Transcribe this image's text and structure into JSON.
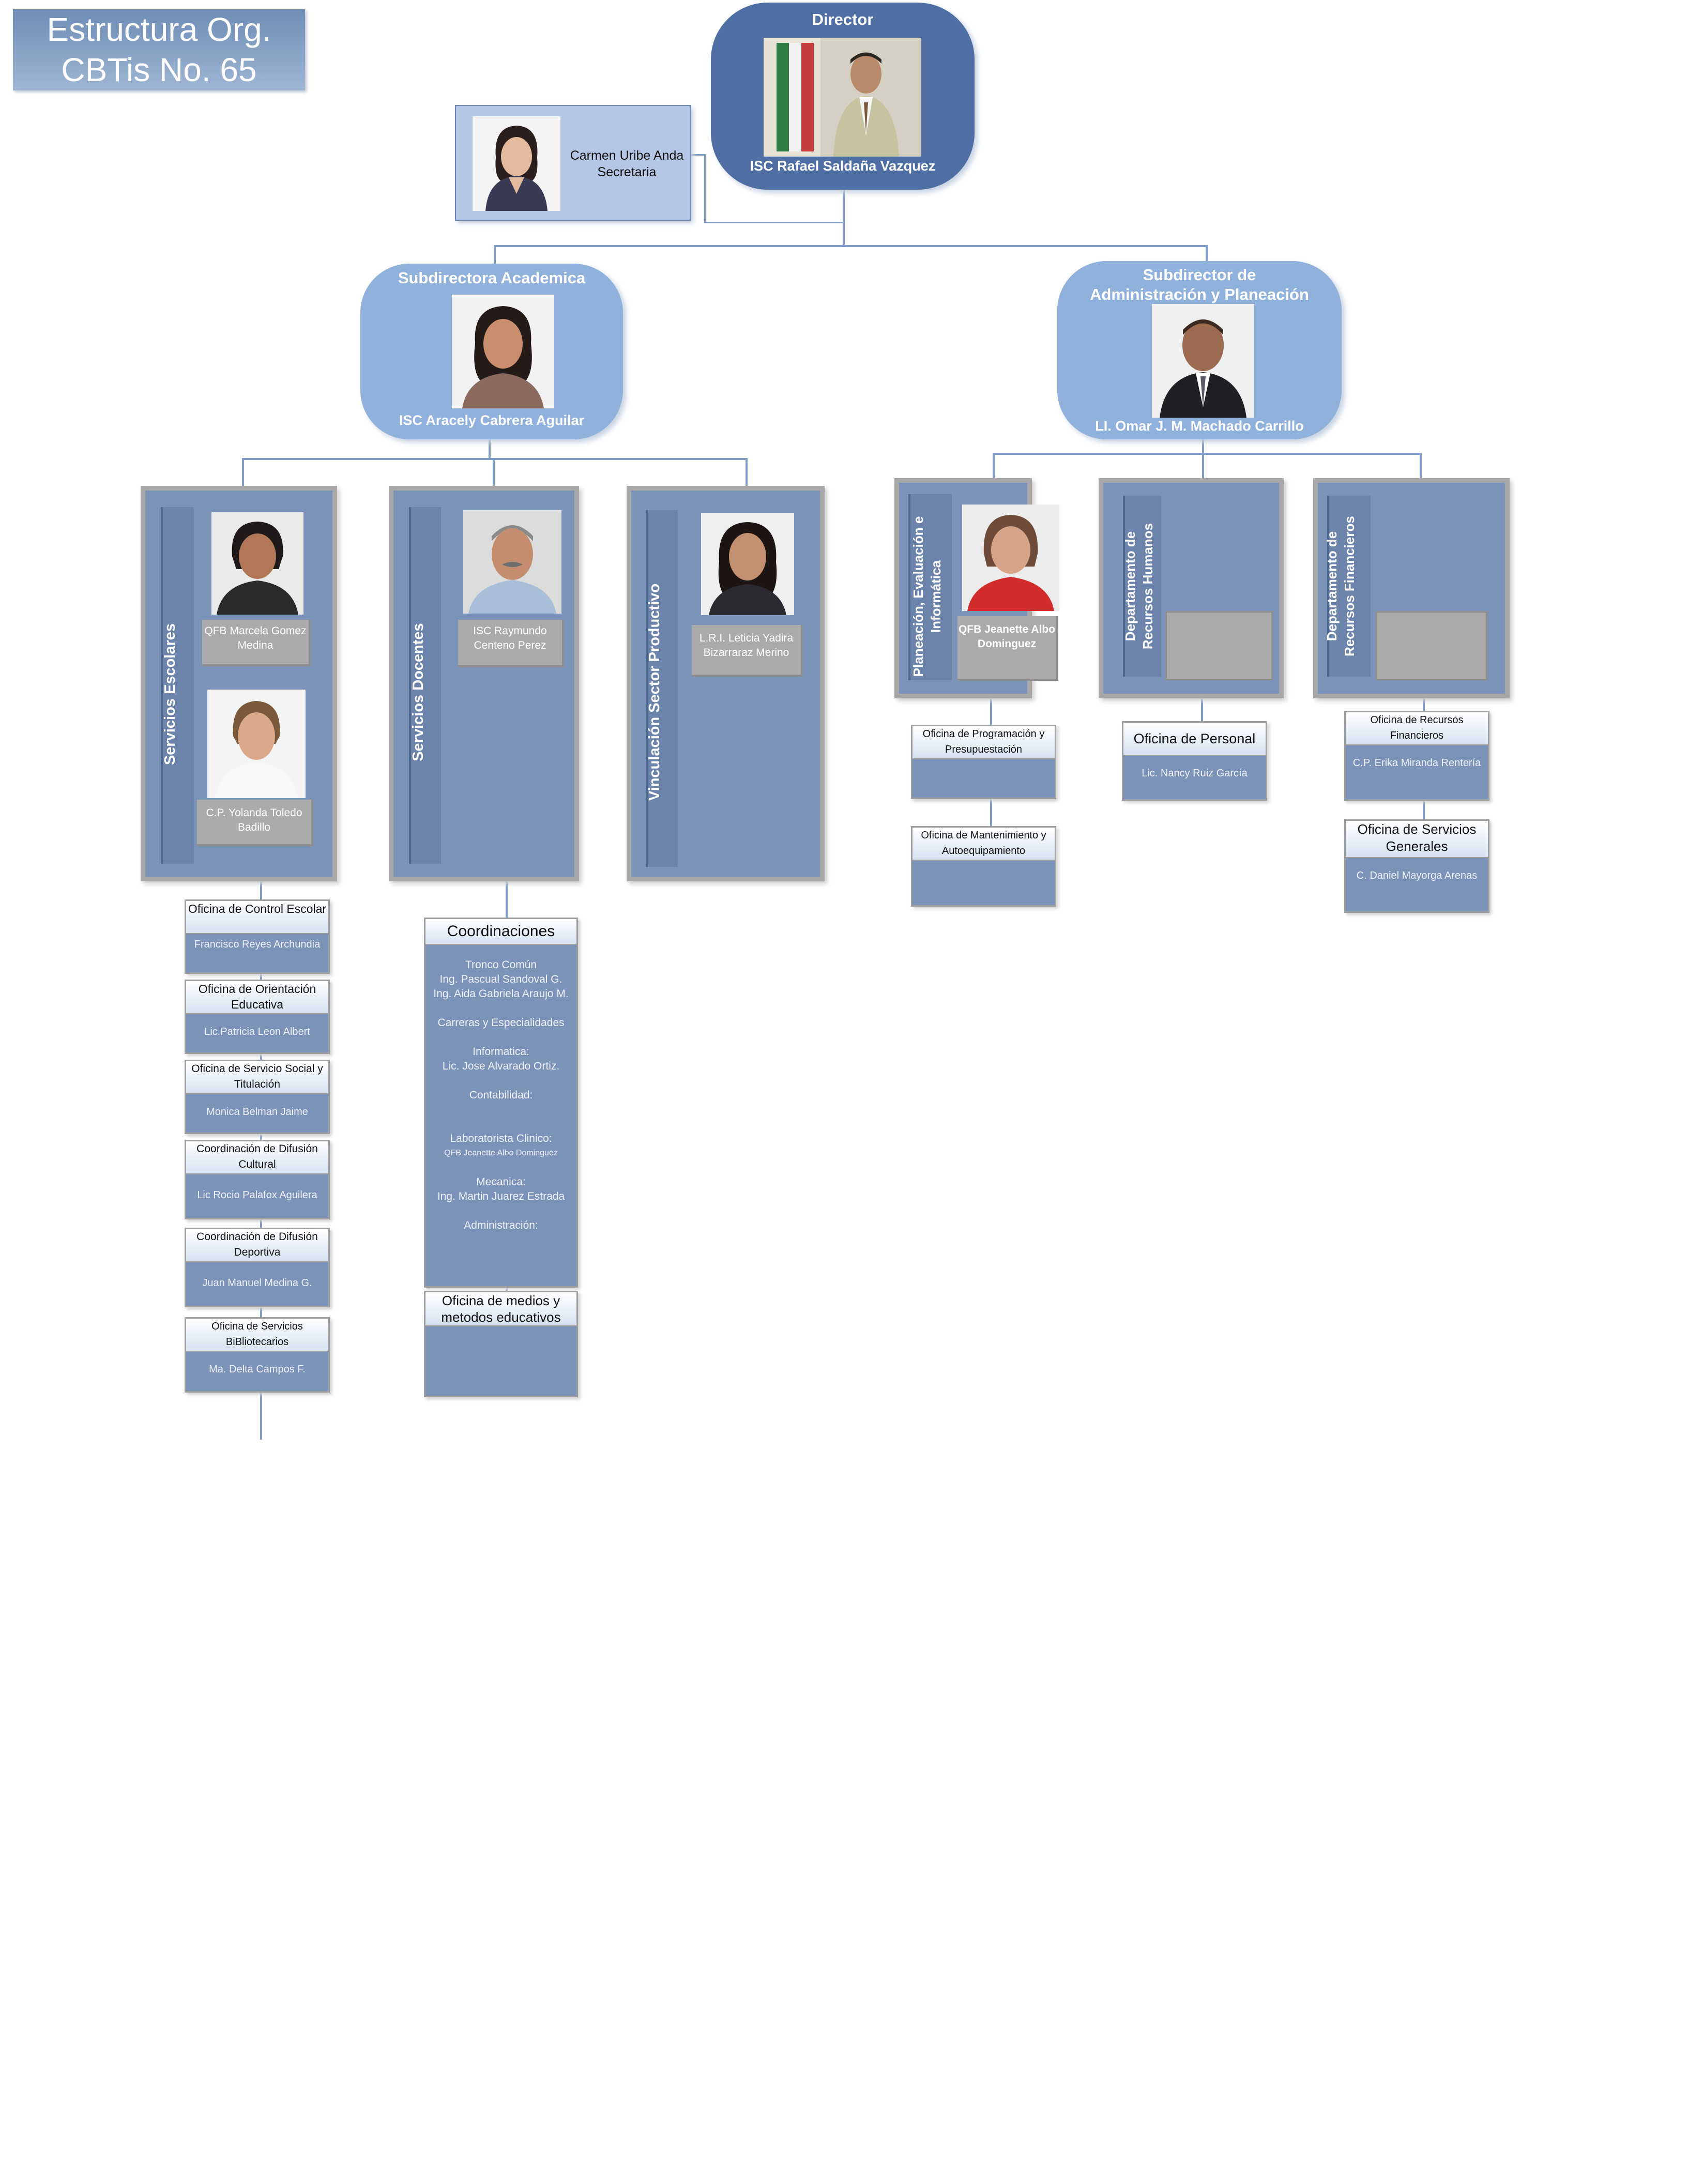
{
  "title": {
    "line1": "Estructura Org.",
    "line2": "CBTis No. 65"
  },
  "director": {
    "title": "Director",
    "name": "ISC Rafael Saldaña Vazquez"
  },
  "secretary": {
    "name": "Carmen Uribe Anda",
    "role": "Secretaria"
  },
  "sub_academic": {
    "title": "Subdirectora Academica",
    "name": "ISC Aracely Cabrera Aguilar"
  },
  "sub_admin": {
    "title_line1": "Subdirector de",
    "title_line2": "Administración y Planeación",
    "name": "LI. Omar J. M. Machado Carrillo"
  },
  "departments": {
    "escolares": {
      "label": "Servicios Escolares",
      "person1": "QFB Marcela Gomez Medina",
      "person2": "C.P. Yolanda Toledo Badillo"
    },
    "docentes": {
      "label": "Servicios Docentes",
      "person": "ISC Raymundo Centeno Perez"
    },
    "vinculacion": {
      "label": "Vinculación Sector Productivo",
      "person": "L.R.I. Leticia Yadira Bizarraraz Merino"
    },
    "planeacion": {
      "label_line1": "Planeación, Evaluación e",
      "label_line2": "Informática",
      "person": "QFB Jeanette Albo Dominguez"
    },
    "rh": {
      "label_line1": "Departamento de",
      "label_line2": "Recursos Humanos"
    },
    "rf": {
      "label_line1": "Departamento de",
      "label_line2": "Recursos Financieros"
    }
  },
  "escolares_offices": [
    {
      "title": "Oficina de Control Escolar",
      "person": "Francisco Reyes Archundia"
    },
    {
      "title": "Oficina de Orientación Educativa",
      "person": "Lic.Patricia Leon Albert"
    },
    {
      "title": "Oficina de Servicio Social y Titulación",
      "person": "Monica Belman Jaime"
    },
    {
      "title": "Coordinación de Difusión Cultural",
      "person": "Lic Rocio Palafox Aguilera"
    },
    {
      "title": "Coordinación de Difusión Deportiva",
      "person": "Juan Manuel Medina G."
    },
    {
      "title": "Oficina de Servicios BiBliotecarios",
      "person": "Ma. Delta Campos F."
    }
  ],
  "coordinaciones": {
    "title": "Coordinaciones",
    "lines": [
      "Tronco Común",
      "Ing. Pascual Sandoval G.",
      "Ing. Aida Gabriela Araujo M.",
      "",
      "Carreras y Especialidades",
      "",
      "Informatica:",
      "Lic. Jose Alvarado Ortiz.",
      "",
      "Contabilidad:",
      "",
      "",
      "Laboratorista Clinico:",
      "QFB Jeanette Albo Dominguez",
      "",
      "Mecanica:",
      "Ing. Martin Juarez Estrada",
      "",
      "Administración:"
    ]
  },
  "medios": {
    "title": "Oficina de medios y metodos educativos"
  },
  "planeacion_offices": [
    {
      "title": "Oficina de Programación y Presupuestación"
    },
    {
      "title": "Oficina de Mantenimiento y Autoequipamiento"
    }
  ],
  "personal_office": {
    "title": "Oficina de Personal",
    "person": "Lic. Nancy Ruiz García"
  },
  "rf_offices": [
    {
      "title": "Oficina de Recursos Financieros",
      "person": "C.P. Erika Miranda Rentería"
    },
    {
      "title": "Oficina de Servicios Generales",
      "person": "C. Daniel Mayorga Arenas"
    }
  ],
  "icons": [
    "portrait-photo"
  ],
  "colors": {
    "director": "#4f6fa4",
    "subdirector": "#8fb1dc",
    "panel": "#7b93b8",
    "connector": "#7f9cc6"
  }
}
